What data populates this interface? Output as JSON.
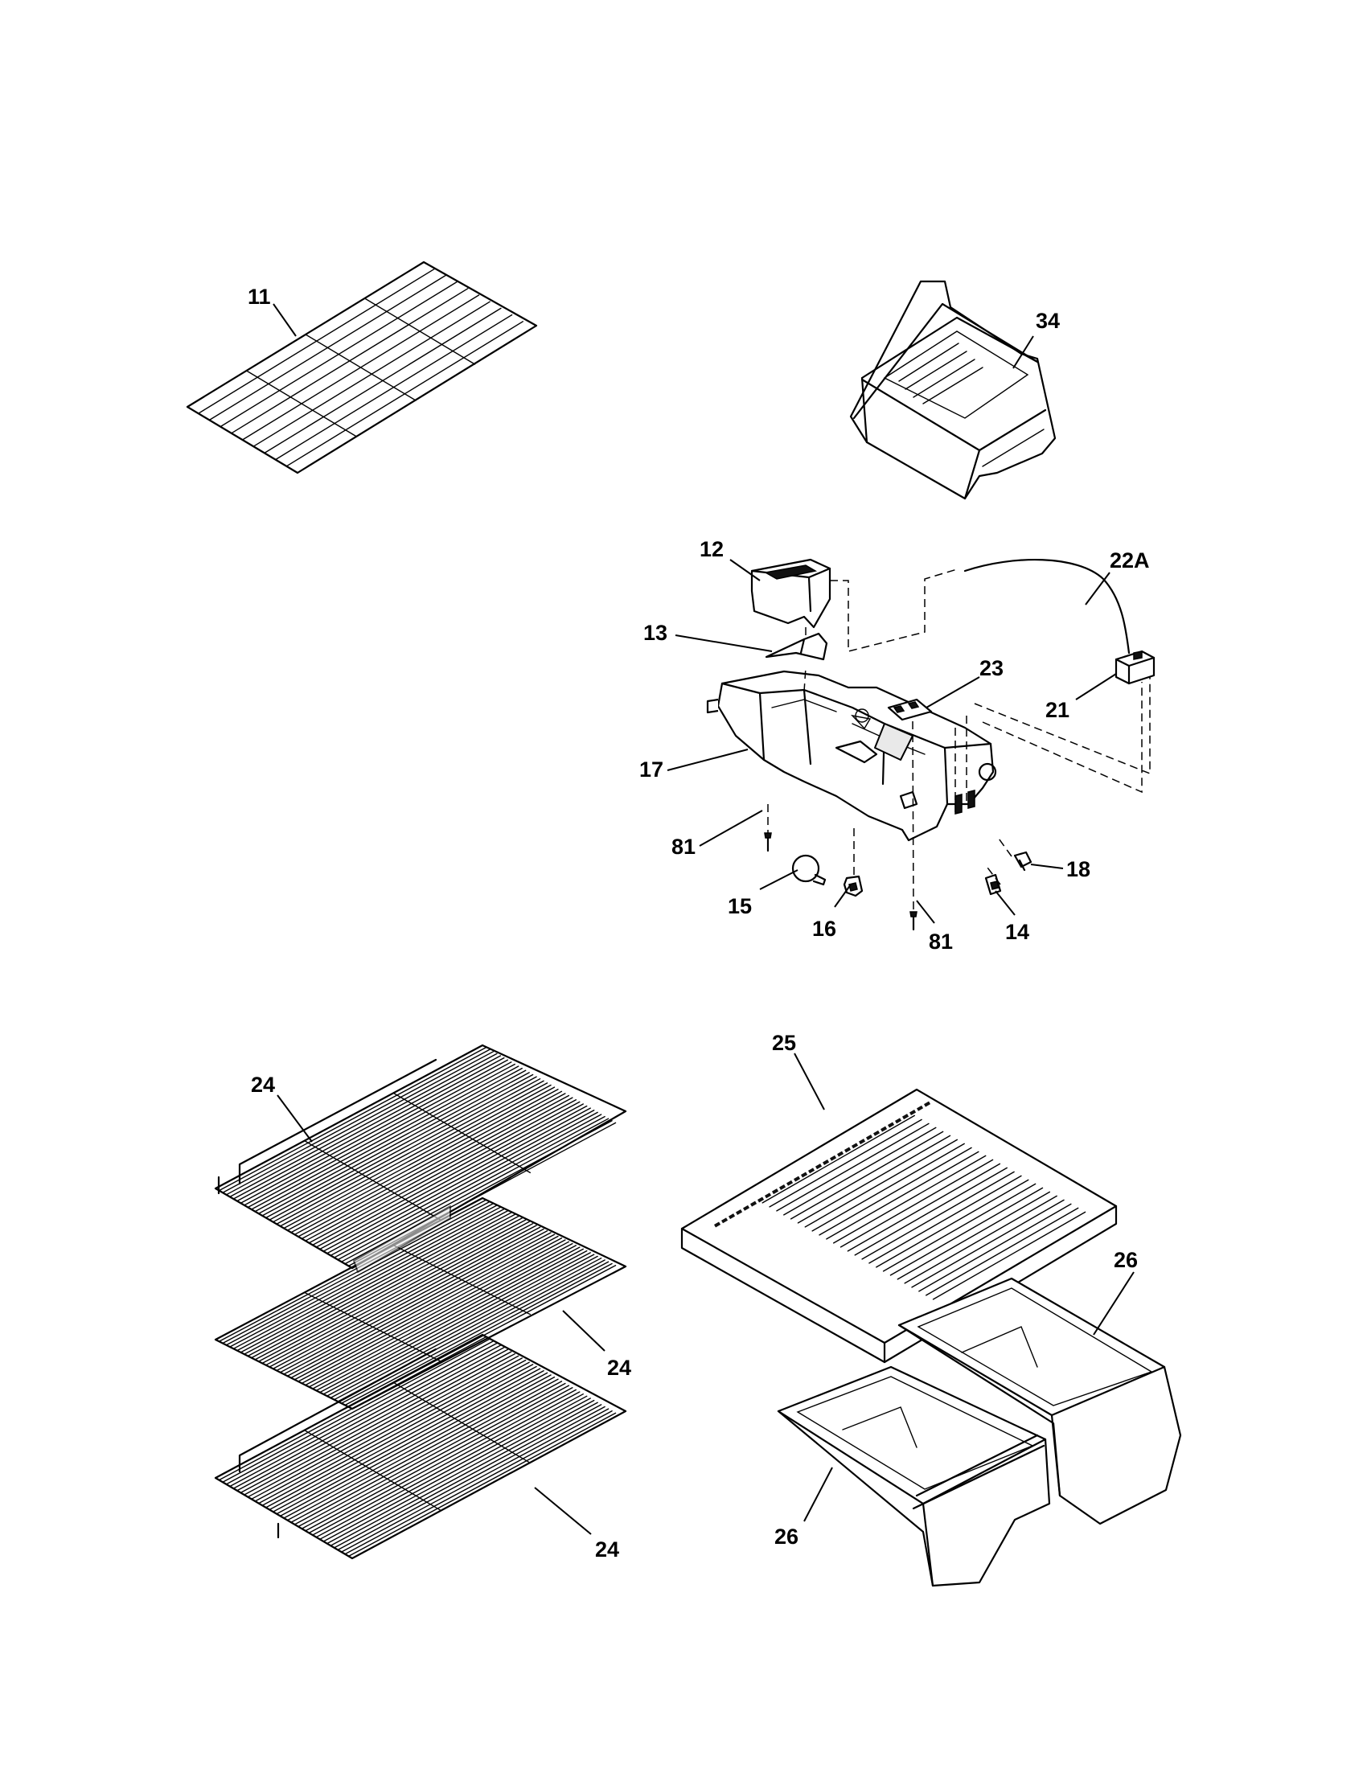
{
  "callouts": {
    "c11": "11",
    "c34": "34",
    "c12": "12",
    "c22a": "22A",
    "c13": "13",
    "c23": "23",
    "c21": "21",
    "c17": "17",
    "c81a": "81",
    "c18": "18",
    "c15": "15",
    "c16": "16",
    "c14": "14",
    "c81b": "81",
    "c24a": "24",
    "c25": "25",
    "c26a": "26",
    "c24b": "24",
    "c24c": "24",
    "c26b": "26"
  }
}
